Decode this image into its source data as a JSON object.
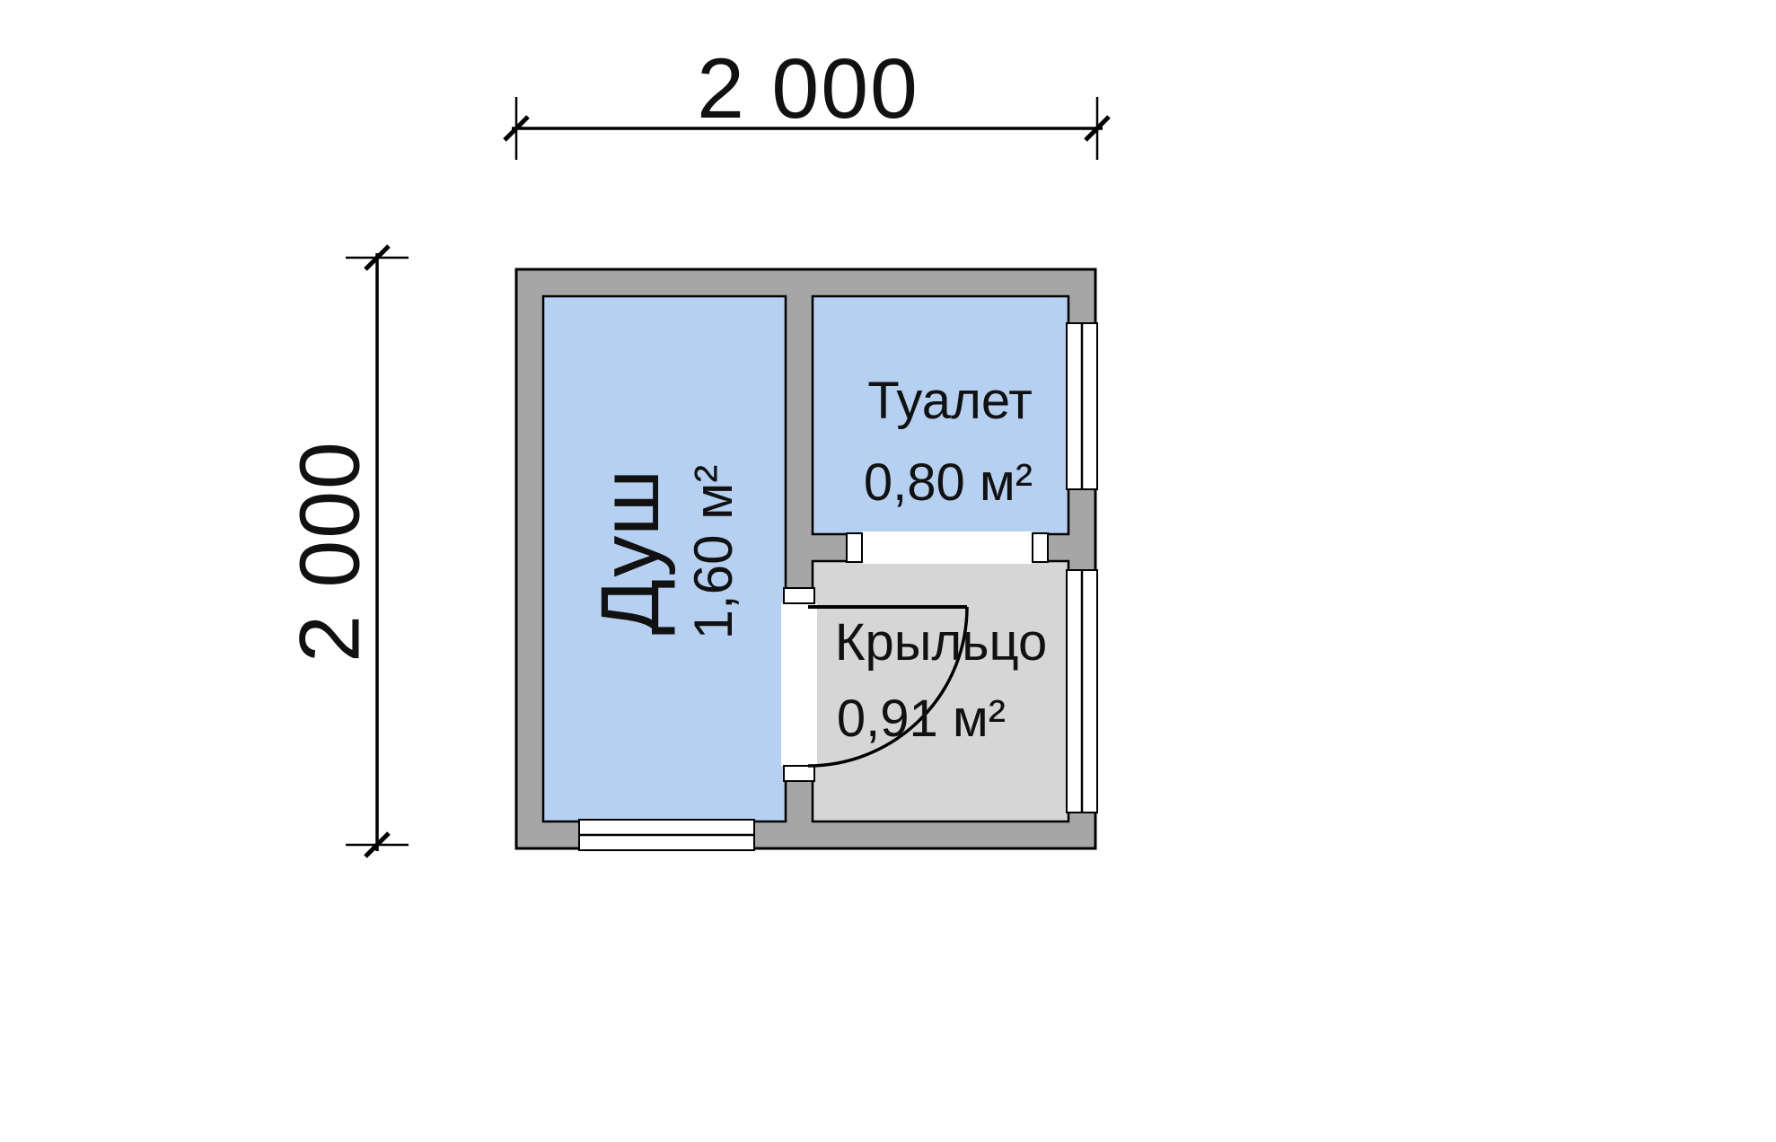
{
  "dimensions": {
    "top_width": "2 000",
    "left_height": "2 000"
  },
  "rooms": {
    "shower": {
      "label": "Душ",
      "area": "1,60 м²"
    },
    "toilet": {
      "label": "Туалет",
      "area": "0,80 м²"
    },
    "porch": {
      "label": "Крыльцо",
      "area": "0,91 м²"
    }
  },
  "colors": {
    "wall_fill": "#a6a6a6",
    "room_fill": "#b5d0f0",
    "porch_fill": "#d6d6d6",
    "outline": "#000000"
  }
}
